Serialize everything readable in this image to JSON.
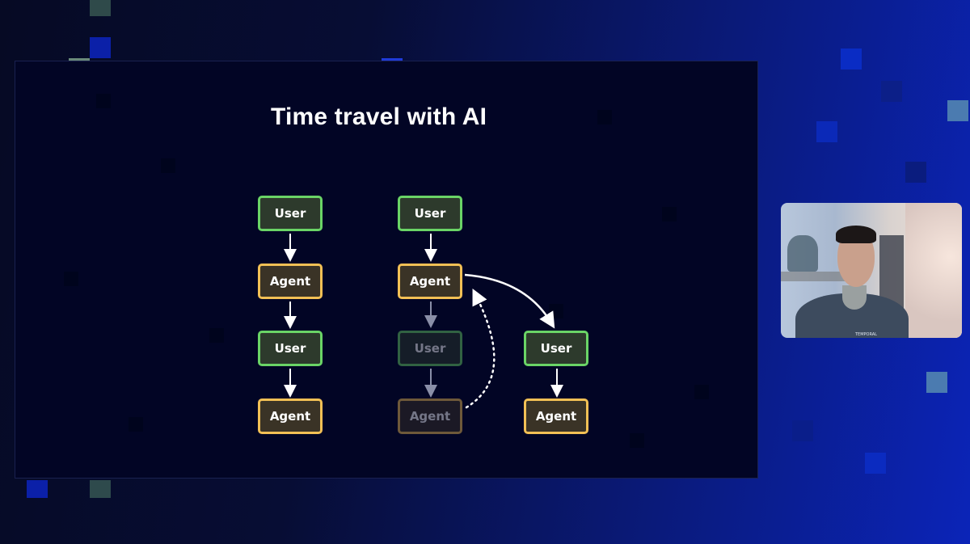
{
  "slide": {
    "title": "Time travel with AI"
  },
  "diagram": {
    "colors": {
      "user_border": "#6ad466",
      "agent_border": "#f2c055",
      "arrow": "#ffffff",
      "background": "#020525"
    },
    "left_column": [
      {
        "type": "user",
        "label": "User"
      },
      {
        "type": "agent",
        "label": "Agent"
      },
      {
        "type": "user",
        "label": "User"
      },
      {
        "type": "agent",
        "label": "Agent"
      }
    ],
    "right_column": {
      "main": [
        {
          "type": "user",
          "label": "User"
        },
        {
          "type": "agent",
          "label": "Agent"
        }
      ],
      "abandoned": [
        {
          "type": "user",
          "label": "User"
        },
        {
          "type": "agent",
          "label": "Agent"
        }
      ],
      "fork": [
        {
          "type": "user",
          "label": "User"
        },
        {
          "type": "agent",
          "label": "Agent"
        }
      ]
    }
  },
  "video": {
    "shirt_text": "TEMPORAL"
  }
}
